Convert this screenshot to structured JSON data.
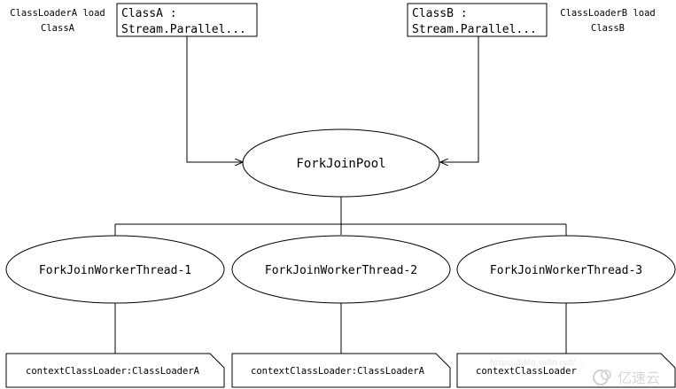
{
  "diagram": {
    "left_annotation": {
      "line1": "ClassLoaderA load",
      "line2": "ClassA"
    },
    "right_annotation": {
      "line1": "ClassLoaderB load",
      "line2": "ClassB"
    },
    "class_a": {
      "line1": "ClassA :",
      "line2": "Stream.Parallel..."
    },
    "class_b": {
      "line1": "ClassB :",
      "line2": "Stream.Parallel..."
    },
    "pool": {
      "label": "ForkJoinPool"
    },
    "threads": [
      {
        "label": "ForkJoinWorkerThread-1"
      },
      {
        "label": "ForkJoinWorkerThread-2"
      },
      {
        "label": "ForkJoinWorkerThread-3"
      }
    ],
    "context_loaders": [
      {
        "label": "contextClassLoader:ClassLoaderA"
      },
      {
        "label": "contextClassLoader:ClassLoaderA"
      },
      {
        "label": "contextClassLoader"
      }
    ],
    "watermark": {
      "logo": "亿速云",
      "url": "https://blog.csdn.net/..."
    },
    "colors": {
      "stroke": "#000000",
      "background": "#ffffff",
      "watermark": "#d7d7d7"
    }
  }
}
